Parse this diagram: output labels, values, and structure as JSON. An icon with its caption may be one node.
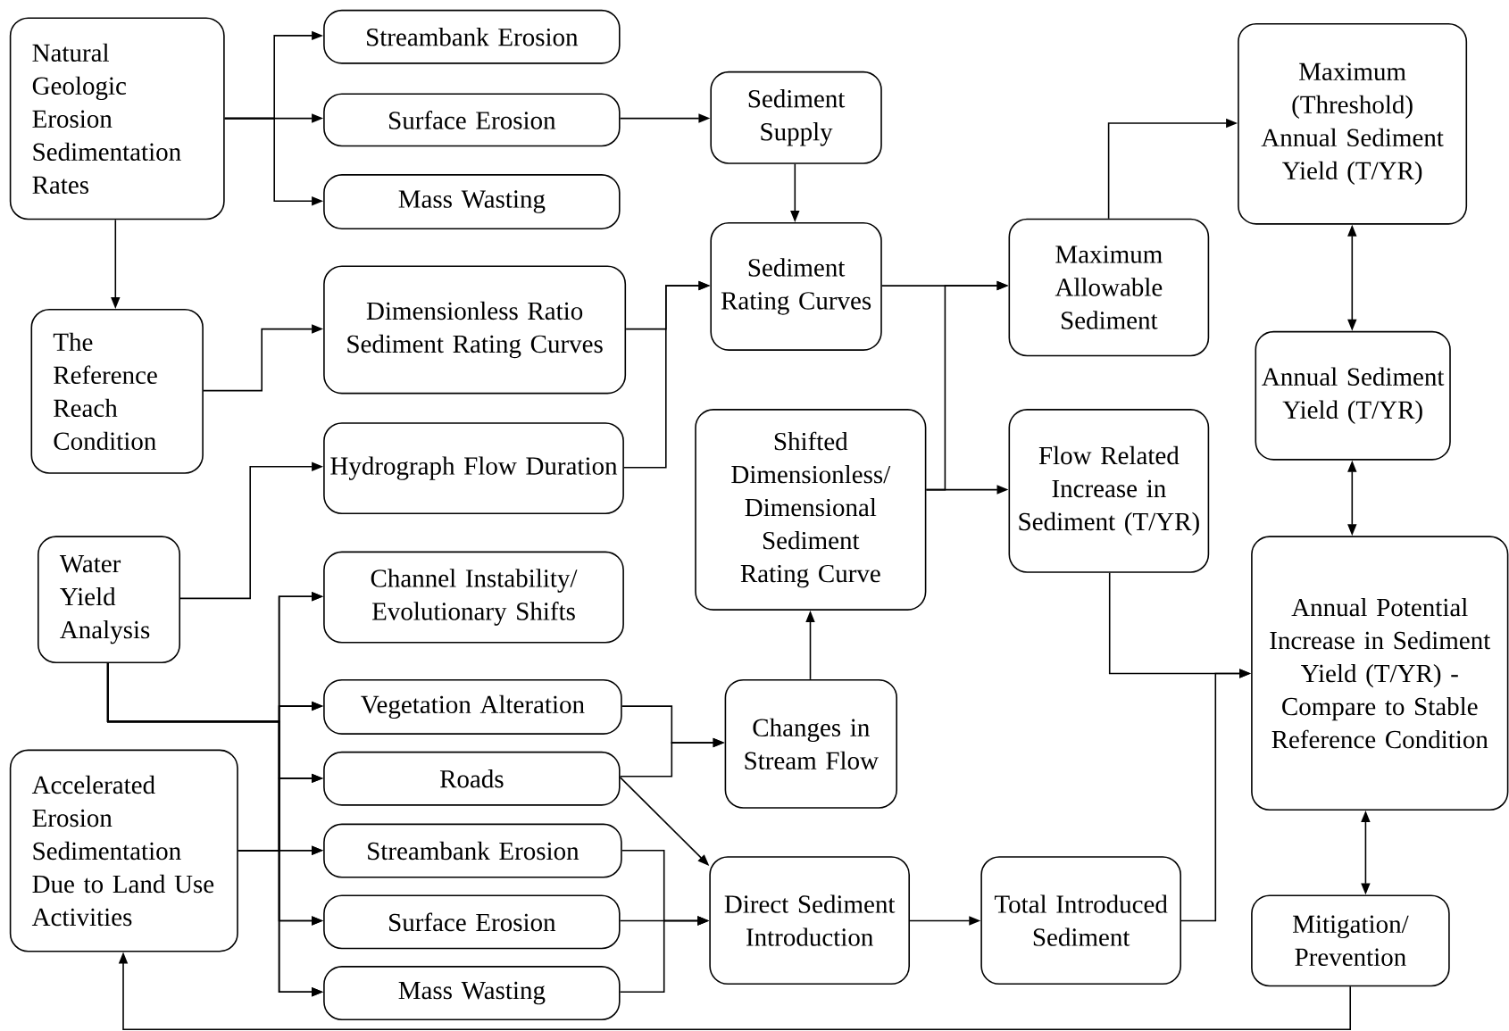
{
  "diagram": {
    "nodes": [
      {
        "text": [
          "Natural Geologic Erosion Sedimentation Rates"
        ]
      },
      {
        "text": [
          "Streambank Erosion"
        ]
      },
      {
        "text": [
          "Surface Erosion"
        ]
      },
      {
        "text": [
          "Mass Wasting"
        ]
      },
      {
        "text": [
          "Sediment Supply"
        ]
      },
      {
        "text": [
          "The Reference Reach Condition"
        ]
      },
      {
        "text": [
          "Dimensionless Ratio Sediment Rating Curves"
        ]
      },
      {
        "text": [
          "Sediment Rating Curves"
        ]
      },
      {
        "text": [
          "Maximum Allowable Sediment"
        ]
      },
      {
        "text": [
          "Maximum (Threshold) Annual Sediment Yield (T/YR)"
        ]
      },
      {
        "text": [
          "Hydrograph Flow Duration"
        ]
      },
      {
        "text": [
          "Shifted Dimensionless/ Dimensional Sediment Rating Curve"
        ]
      },
      {
        "text": [
          "Flow Related Increase in Sediment (T/YR)"
        ]
      },
      {
        "text": [
          "Annual Sediment Yield (T/YR)"
        ]
      },
      {
        "text": [
          "Water Yield Analysis"
        ]
      },
      {
        "text": [
          "Channel Instability/ Evolutionary Shifts"
        ]
      },
      {
        "text": [
          "Annual Potential Increase in Sediment Yield (T/YR) - Compare to Stable Reference Condition"
        ]
      },
      {
        "text": [
          "Vegetation Alteration"
        ]
      },
      {
        "text": [
          "Roads"
        ]
      },
      {
        "text": [
          "Changes in Stream Flow"
        ]
      },
      {
        "text": [
          "Accelerated Erosion Sedimentation Due to Land Use Activities"
        ]
      },
      {
        "text": [
          "Streambank Erosion"
        ]
      },
      {
        "text": [
          "Direct Sediment Introduction"
        ]
      },
      {
        "text": [
          "Total Introduced Sediment"
        ]
      },
      {
        "text": [
          "Surface Erosion"
        ]
      },
      {
        "text": [
          "Mitigation/ Prevention"
        ]
      },
      {
        "text": [
          "Mass Wasting"
        ]
      }
    ],
    "edges": [
      {
        "from": 0,
        "to": 1,
        "arrow": "to"
      },
      {
        "from": 0,
        "to": 2,
        "arrow": "to"
      },
      {
        "from": 0,
        "to": 3,
        "arrow": "to"
      },
      {
        "from": 0,
        "to": 5,
        "arrow": "to"
      },
      {
        "from": 2,
        "to": 4,
        "arrow": "to"
      },
      {
        "from": 4,
        "to": 7,
        "arrow": "to"
      },
      {
        "from": 5,
        "to": 6,
        "arrow": "to"
      },
      {
        "from": 6,
        "to": 7,
        "arrow": "to"
      },
      {
        "from": 10,
        "to": 7,
        "arrow": "to"
      },
      {
        "from": 7,
        "to": 8,
        "arrow": "to"
      },
      {
        "from": 11,
        "to": 8,
        "arrow": "to"
      },
      {
        "from": 11,
        "to": 12,
        "arrow": "to"
      },
      {
        "from": 8,
        "to": 9,
        "arrow": "to"
      },
      {
        "from": 9,
        "to": 13,
        "arrow": "both"
      },
      {
        "from": 13,
        "to": 16,
        "arrow": "both"
      },
      {
        "from": 16,
        "to": 25,
        "arrow": "both"
      },
      {
        "from": 12,
        "to": 16,
        "arrow": "to"
      },
      {
        "from": 23,
        "to": 16,
        "arrow": "to"
      },
      {
        "from": 14,
        "to": 10,
        "arrow": "to"
      },
      {
        "from": 14,
        "to": 15,
        "arrow": "to"
      },
      {
        "from": 14,
        "to": 17,
        "arrow": "to"
      },
      {
        "from": 14,
        "to": 18,
        "arrow": "to"
      },
      {
        "from": 14,
        "to": 21,
        "arrow": "to"
      },
      {
        "from": 14,
        "to": 24,
        "arrow": "to"
      },
      {
        "from": 14,
        "to": 26,
        "arrow": "to"
      },
      {
        "from": 20,
        "to": 15,
        "arrow": "to"
      },
      {
        "from": 20,
        "to": 17,
        "arrow": "to"
      },
      {
        "from": 20,
        "to": 18,
        "arrow": "to"
      },
      {
        "from": 20,
        "to": 21,
        "arrow": "to"
      },
      {
        "from": 20,
        "to": 24,
        "arrow": "to"
      },
      {
        "from": 20,
        "to": 26,
        "arrow": "to"
      },
      {
        "from": 17,
        "to": 19,
        "arrow": "to"
      },
      {
        "from": 18,
        "to": 19,
        "arrow": "to"
      },
      {
        "from": 18,
        "to": 22,
        "arrow": "to"
      },
      {
        "from": 21,
        "to": 22,
        "arrow": "to"
      },
      {
        "from": 24,
        "to": 22,
        "arrow": "to"
      },
      {
        "from": 26,
        "to": 22,
        "arrow": "to"
      },
      {
        "from": 19,
        "to": 11,
        "arrow": "to"
      },
      {
        "from": 22,
        "to": 23,
        "arrow": "to"
      },
      {
        "from": 25,
        "to": 20,
        "arrow": "to"
      }
    ]
  }
}
